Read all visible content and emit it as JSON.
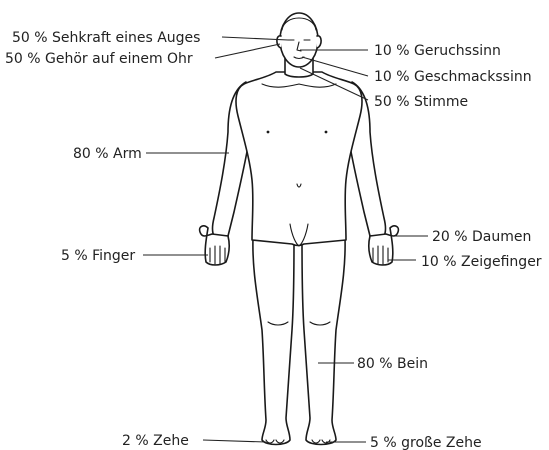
{
  "labels": {
    "eye": "50 % Sehkraft eines Auges",
    "ear": "50 % Gehör auf einem Ohr",
    "smell": "10 % Geruchssinn",
    "taste": "10 % Geschmackssinn",
    "voice": "50 % Stimme",
    "arm": "80 % Arm",
    "thumb": "20 % Daumen",
    "finger": "5 % Finger",
    "index_finger": "10 % Zeigefinger",
    "leg": "80 % Bein",
    "toe": "2 % Zehe",
    "big_toe": "5 % große Zehe"
  }
}
